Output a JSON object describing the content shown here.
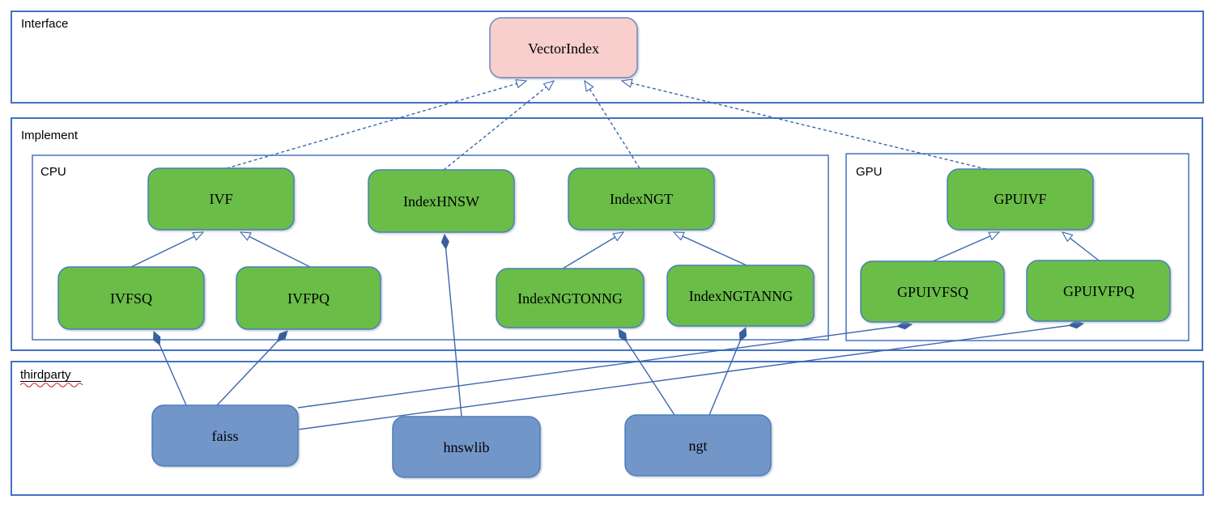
{
  "diagram": {
    "title_hint": "VectorIndex class architecture",
    "containers": {
      "interface": {
        "label": "Interface"
      },
      "implement": {
        "label": "Implement"
      },
      "cpu": {
        "label": "CPU"
      },
      "gpu": {
        "label": "GPU"
      },
      "thirdparty": {
        "label": "thirdparty",
        "spellcheck_wavy_underline": true
      }
    },
    "nodes": {
      "vectorindex": {
        "label": "VectorIndex",
        "group": "interface",
        "shape": "rounded-rect",
        "fill": "#f8cfcd"
      },
      "ivf": {
        "label": "IVF",
        "group": "cpu",
        "fill": "#6abd46"
      },
      "indexhnsw": {
        "label": "IndexHNSW",
        "group": "cpu",
        "fill": "#6abd46"
      },
      "indexngt": {
        "label": "IndexNGT",
        "group": "cpu",
        "fill": "#6abd46"
      },
      "ivfsq": {
        "label": "IVFSQ",
        "group": "cpu",
        "fill": "#6abd46"
      },
      "ivfpq": {
        "label": "IVFPQ",
        "group": "cpu",
        "fill": "#6abd46"
      },
      "indexngtonng": {
        "label": "IndexNGTONNG",
        "group": "cpu",
        "fill": "#6abd46"
      },
      "indexngtanng": {
        "label": "IndexNGTANNG",
        "group": "cpu",
        "fill": "#6abd46"
      },
      "gpuivf": {
        "label": "GPUIVF",
        "group": "gpu",
        "fill": "#6abd46"
      },
      "gpuivfsq": {
        "label": "GPUIVFSQ",
        "group": "gpu",
        "fill": "#6abd46"
      },
      "gpuivfpq": {
        "label": "GPUIVFPQ",
        "group": "gpu",
        "fill": "#6abd46"
      },
      "faiss": {
        "label": "faiss",
        "group": "thirdparty",
        "fill": "#7396c9"
      },
      "hnswlib": {
        "label": "hnswlib",
        "group": "thirdparty",
        "fill": "#7396c9"
      },
      "ngt": {
        "label": "ngt",
        "group": "thirdparty",
        "fill": "#7396c9"
      }
    },
    "edges": [
      {
        "from": "IVF",
        "to": "VectorIndex",
        "type": "realization",
        "style": "dashed-hollow-arrow"
      },
      {
        "from": "IndexHNSW",
        "to": "VectorIndex",
        "type": "realization",
        "style": "dashed-hollow-arrow"
      },
      {
        "from": "IndexNGT",
        "to": "VectorIndex",
        "type": "realization",
        "style": "dashed-hollow-arrow"
      },
      {
        "from": "GPUIVF",
        "to": "VectorIndex",
        "type": "realization",
        "style": "dashed-hollow-arrow"
      },
      {
        "from": "IVFSQ",
        "to": "IVF",
        "type": "generalization",
        "style": "solid-hollow-arrow"
      },
      {
        "from": "IVFPQ",
        "to": "IVF",
        "type": "generalization",
        "style": "solid-hollow-arrow"
      },
      {
        "from": "IndexNGTONNG",
        "to": "IndexNGT",
        "type": "generalization",
        "style": "solid-hollow-arrow"
      },
      {
        "from": "IndexNGTANNG",
        "to": "IndexNGT",
        "type": "generalization",
        "style": "solid-hollow-arrow"
      },
      {
        "from": "GPUIVFSQ",
        "to": "GPUIVF",
        "type": "generalization",
        "style": "solid-hollow-arrow"
      },
      {
        "from": "GPUIVFPQ",
        "to": "GPUIVF",
        "type": "generalization",
        "style": "solid-hollow-arrow"
      },
      {
        "from": "faiss",
        "to": "IVFSQ",
        "type": "composition",
        "style": "solid-filled-diamond"
      },
      {
        "from": "faiss",
        "to": "IVFPQ",
        "type": "composition",
        "style": "solid-filled-diamond"
      },
      {
        "from": "faiss",
        "to": "GPUIVFSQ",
        "type": "composition",
        "style": "solid-filled-diamond"
      },
      {
        "from": "faiss",
        "to": "GPUIVFPQ",
        "type": "composition",
        "style": "solid-filled-diamond"
      },
      {
        "from": "hnswlib",
        "to": "IndexHNSW",
        "type": "composition",
        "style": "solid-filled-diamond"
      },
      {
        "from": "ngt",
        "to": "IndexNGTONNG",
        "type": "composition",
        "style": "solid-filled-diamond"
      },
      {
        "from": "ngt",
        "to": "IndexNGTANNG",
        "type": "composition",
        "style": "solid-filled-diamond"
      }
    ],
    "colors": {
      "green_node_fill": "#6abd46",
      "blue_node_fill": "#7396c9",
      "pink_node_fill": "#f8cfcd",
      "node_border": "#4a7ebb",
      "container_border": "#4472c4",
      "edge_line": "#3a67ad",
      "diamond_fill": "#3a5f9e",
      "spellcheck_red": "#d42a2a",
      "background": "#ffffff"
    }
  }
}
